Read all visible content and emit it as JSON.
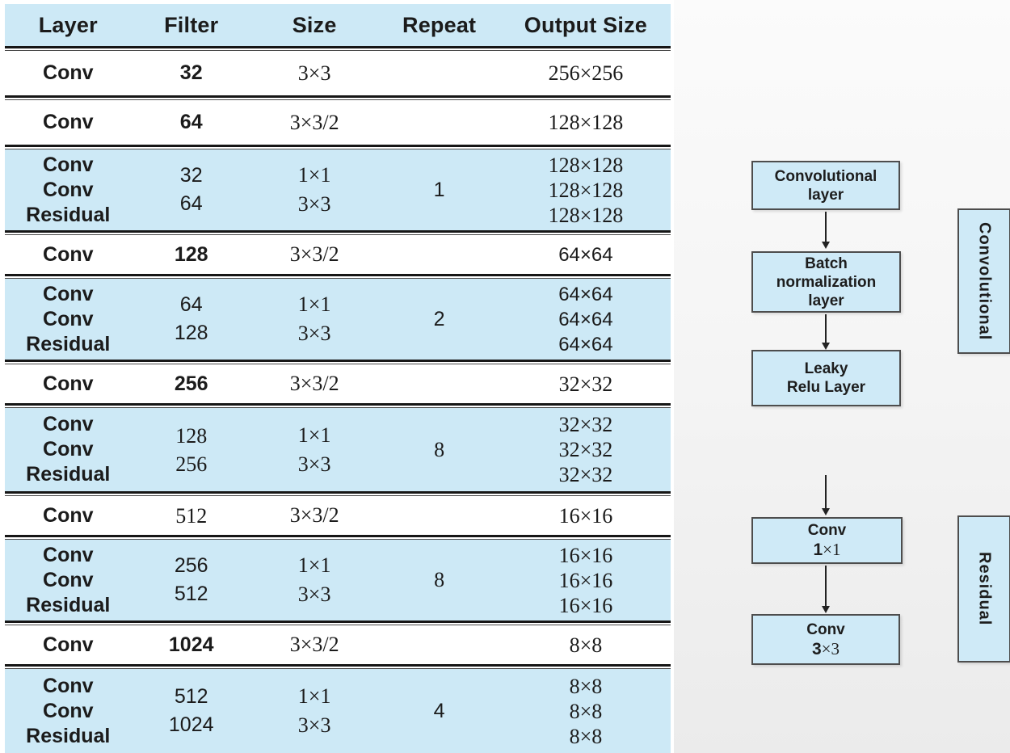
{
  "table": {
    "headers": [
      "Layer",
      "Filter",
      "Size",
      "Repeat",
      "Output Size"
    ],
    "rows": [
      {
        "layer": "Conv",
        "filter": "32",
        "size": "3×3",
        "repeat": "",
        "output": "256×256"
      },
      {
        "layer": "Conv",
        "filter": "64",
        "size": "3×3/2",
        "repeat": "",
        "output": "128×128"
      },
      {
        "layer": "Conv\nConv\nResidual",
        "filter": "32\n64",
        "size": "1×1\n3×3",
        "repeat": "1",
        "output": "128×128\n128×128\n128×128"
      },
      {
        "layer": "Conv",
        "filter": "128",
        "size": "3×3/2",
        "repeat": "",
        "output": "64×64"
      },
      {
        "layer": "Conv\nConv\nResidual",
        "filter": "64\n128",
        "size": "1×1\n3×3",
        "repeat": "2",
        "output": "64×64\n64×64\n64×64"
      },
      {
        "layer": "Conv",
        "filter": "256",
        "size": "3×3/2",
        "repeat": "",
        "output": "32×32"
      },
      {
        "layer": "Conv\nConv\nResidual",
        "filter": "128\n256",
        "size": "1×1\n3×3",
        "repeat": "8",
        "output": "32×32\n32×32\n32×32"
      },
      {
        "layer": "Conv",
        "filter": "512",
        "size": "3×3/2",
        "repeat": "",
        "output": "16×16"
      },
      {
        "layer": "Conv\nConv\nResidual",
        "filter": "256\n512",
        "size": "1×1\n3×3",
        "repeat": "8",
        "output": "16×16\n16×16\n16×16"
      },
      {
        "layer": "Conv",
        "filter": "1024",
        "size": "3×3/2",
        "repeat": "",
        "output": "8×8"
      },
      {
        "layer": "Conv\nConv\nResidual",
        "filter": "512\n1024",
        "size": "1×1\n3×3",
        "repeat": "4",
        "output": "8×8\n8×8\n8×8"
      }
    ]
  },
  "diagram": {
    "conv_group": {
      "boxes": [
        {
          "label": "Convolutional\nlayer"
        },
        {
          "label": "Batch\nnormalization\nlayer"
        },
        {
          "label": "Leaky\nRelu Layer"
        }
      ],
      "side_label": "Convolutional"
    },
    "residual_group": {
      "boxes": [
        {
          "label": "Conv",
          "sublabel": "1×1"
        },
        {
          "label": "Conv",
          "sublabel": "3×3"
        }
      ],
      "side_label": "Residual"
    }
  },
  "colors": {
    "row_blue": "#cde9f6",
    "box_blue": "#cfeaf7",
    "box_border": "#4d4d4d",
    "rule_black": "#161616",
    "panel_gray": "#ebebeb"
  }
}
